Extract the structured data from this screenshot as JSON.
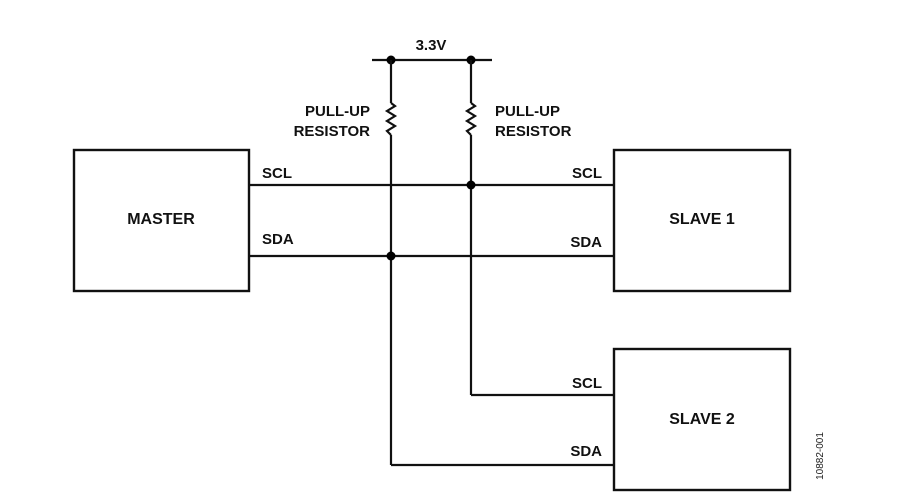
{
  "diagram": {
    "type": "I2C bus topology",
    "supply": {
      "label": "3.3V"
    },
    "resistors": [
      {
        "label_line1": "PULL-UP",
        "label_line2": "RESISTOR",
        "side": "left",
        "connects": "SDA"
      },
      {
        "label_line1": "PULL-UP",
        "label_line2": "RESISTOR",
        "side": "right",
        "connects": "SCL"
      }
    ],
    "devices": {
      "master": {
        "label": "MASTER",
        "pins": {
          "scl": "SCL",
          "sda": "SDA"
        }
      },
      "slave1": {
        "label": "SLAVE 1",
        "pins": {
          "scl": "SCL",
          "sda": "SDA"
        }
      },
      "slave2": {
        "label": "SLAVE 2",
        "pins": {
          "scl": "SCL",
          "sda": "SDA"
        }
      }
    },
    "figure_id": "10882-001"
  }
}
